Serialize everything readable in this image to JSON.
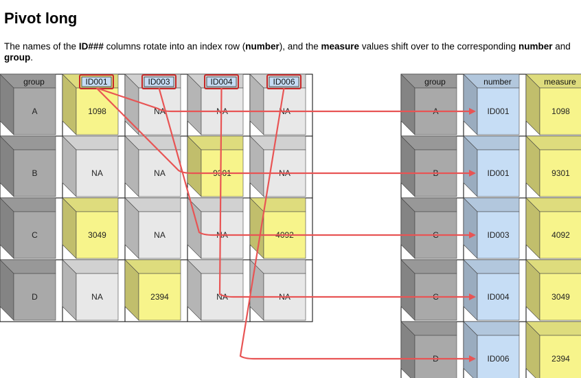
{
  "title": "Pivot long",
  "description": {
    "t1": "The names of the ",
    "b1": "ID###",
    "t2": " columns rotate into an index row (",
    "b2": "number",
    "t3": "), and the ",
    "b3": "measure",
    "t4": " values shift over to the corresponding ",
    "b4": "number",
    "t5": " and ",
    "b5": "group",
    "t6": "."
  },
  "colors": {
    "group": "#a9a9a9",
    "na": "#e8e8e8",
    "value": "#f7f48b",
    "number": "#c6ddf5",
    "arrow": "#e85454",
    "highlight": "#c62828"
  },
  "wide_table": {
    "headers": [
      "group",
      "ID001",
      "ID003",
      "ID004",
      "ID006"
    ],
    "rows": [
      [
        "A",
        "1098",
        "NA",
        "NA",
        "NA"
      ],
      [
        "B",
        "NA",
        "NA",
        "9301",
        "NA"
      ],
      [
        "C",
        "3049",
        "NA",
        "NA",
        "4092"
      ],
      [
        "D",
        "NA",
        "2394",
        "NA",
        "NA"
      ]
    ],
    "highlighted_headers": [
      "ID001",
      "ID003",
      "ID004",
      "ID006"
    ]
  },
  "long_table": {
    "headers": [
      "group",
      "number",
      "measure"
    ],
    "rows": [
      [
        "A",
        "ID001",
        "1098"
      ],
      [
        "B",
        "ID001",
        "9301"
      ],
      [
        "C",
        "ID003",
        "4092"
      ],
      [
        "C",
        "ID004",
        "3049"
      ],
      [
        "D",
        "ID006",
        "2394"
      ]
    ]
  },
  "arrows": [
    {
      "from_col": 1,
      "to_row": 0
    },
    {
      "from_col": 1,
      "to_row": 1
    },
    {
      "from_col": 2,
      "to_row": 2
    },
    {
      "from_col": 3,
      "to_row": 3
    },
    {
      "from_col": 4,
      "to_row": 4
    }
  ]
}
